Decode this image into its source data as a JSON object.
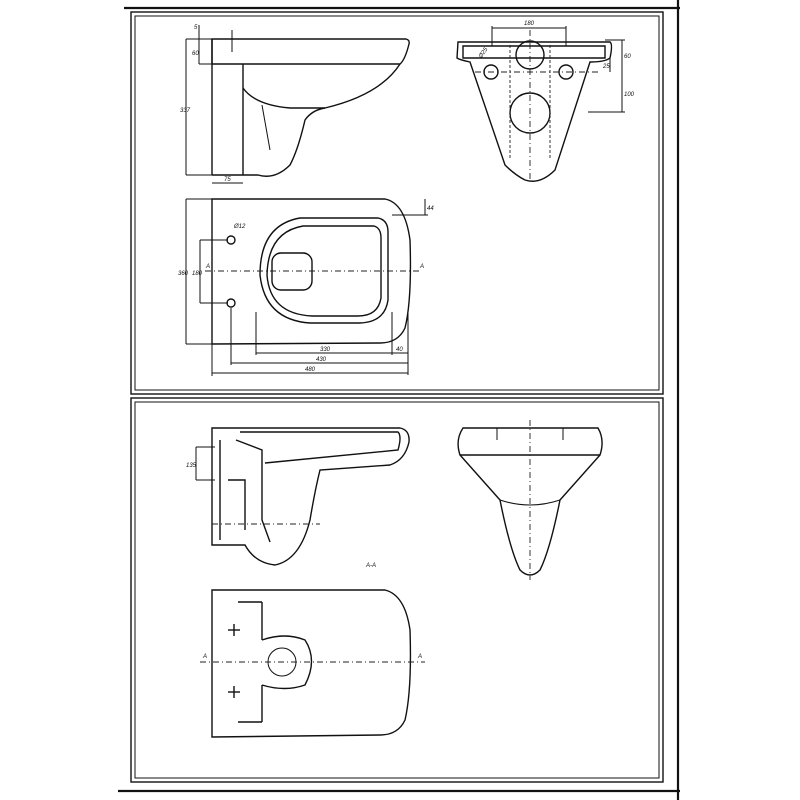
{
  "drawing": {
    "top_sheet": {
      "side_view": {
        "dim_top": "5",
        "dim_rim": "60",
        "dim_height": "337",
        "dim_wall": "75"
      },
      "rear_view": {
        "dim_width": "180",
        "dim_hole": "Ø25",
        "dim_a": "25",
        "dim_b": "60",
        "dim_c": "100"
      },
      "plan_view": {
        "dim_width": "360",
        "dim_fix": "180",
        "dim_hole": "Ø12",
        "dim_330": "330",
        "dim_430": "430",
        "dim_480": "480",
        "dim_40": "40",
        "dim_44": "44",
        "section_mark": "A"
      }
    },
    "bottom_sheet": {
      "section_view": {
        "dim_135": "135",
        "section_label": "A-A"
      },
      "plan_view": {
        "section_mark": "A"
      }
    }
  }
}
